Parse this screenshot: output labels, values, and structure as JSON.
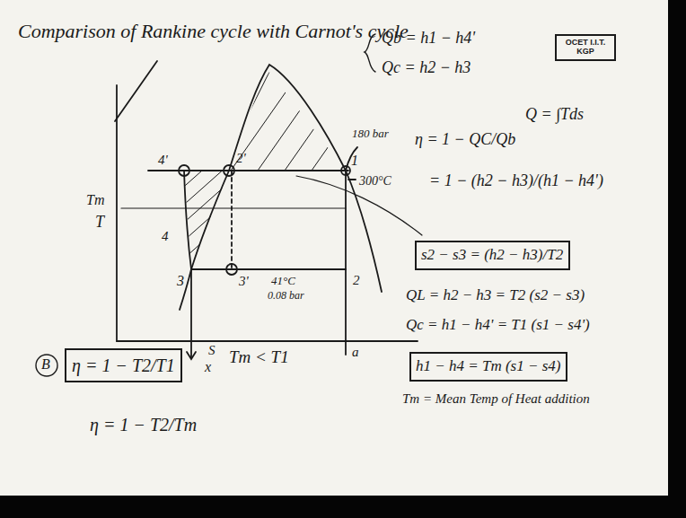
{
  "diagram": {
    "title": "Comparison of Rankine cycle with Carnot's cycle",
    "nodes": [
      {
        "text": [
          "OCET I.I.T. KGP"
        ]
      },
      {
        "text": [
          "s2 − s3 = (h2 − h3)/T2"
        ]
      },
      {
        "text": [
          "h1 − h4 = Tm (s1 − s4)"
        ]
      },
      {
        "text": [
          "η = 1 − T2/T1"
        ]
      }
    ],
    "labels": [
      "Qb = h1 − h4'",
      "Qc = h2 − h3",
      "Q = ∫Tds",
      "η = 1 − QC/Qb",
      "= 1 − (h2 − h3)/(h1 − h4')",
      "QL = h2 − h3 = T2 (s2 − s3)",
      "Qc = h1 − h4' = T1 (s1 − s4')",
      "Tm = Mean Temp of Heat addition",
      "Tm < T1",
      "η = 1 − T2/Tm",
      "x",
      "S",
      "B",
      "Tm",
      "T",
      "4'",
      "2'",
      "1",
      "180 bar",
      "300°C",
      "4",
      "3",
      "3'",
      "2",
      "41°C",
      "0.08 bar",
      "a"
    ]
  }
}
